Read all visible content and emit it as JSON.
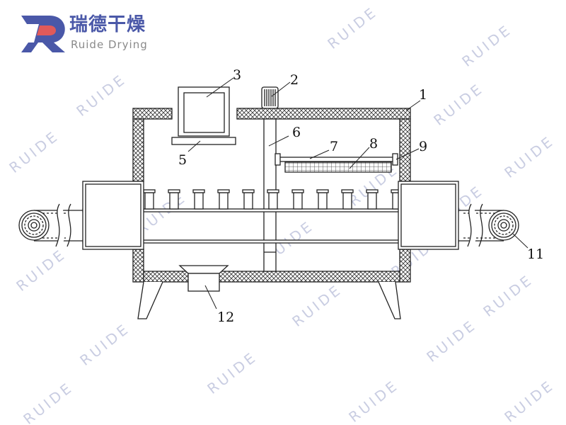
{
  "logo": {
    "brand_cn": "瑞德干燥",
    "brand_en": "Ruide Drying",
    "mark": "RD",
    "primary_color": "#4a58a8",
    "accent_color": "#e05a5a"
  },
  "watermark": "RUIDE",
  "labels": {
    "l1": "1",
    "l2": "2",
    "l3": "3",
    "l5": "5",
    "l6": "6",
    "l7": "7",
    "l8": "8",
    "l9": "9",
    "l11": "11",
    "l12": "12"
  },
  "drawing": {
    "bottle_count": 11,
    "line_color": "#222222"
  }
}
